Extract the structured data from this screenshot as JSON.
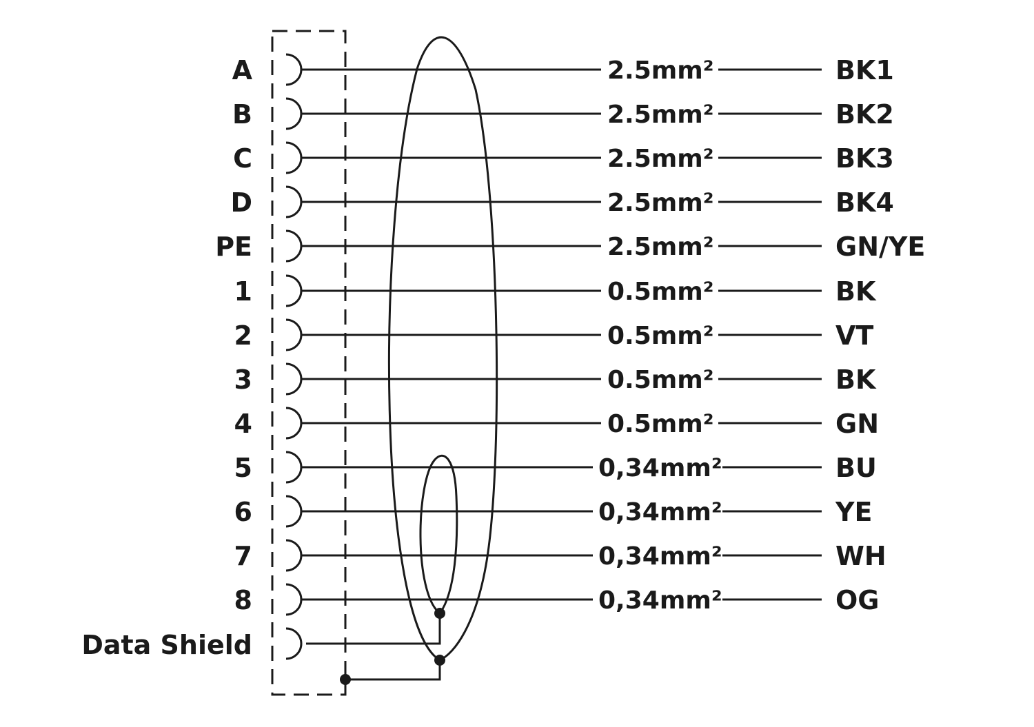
{
  "pins": [
    {
      "pin": "A",
      "size": "2.5mm²",
      "color": "BK1"
    },
    {
      "pin": "B",
      "size": "2.5mm²",
      "color": "BK2"
    },
    {
      "pin": "C",
      "size": "2.5mm²",
      "color": "BK3"
    },
    {
      "pin": "D",
      "size": "2.5mm²",
      "color": "BK4"
    },
    {
      "pin": "PE",
      "size": "2.5mm²",
      "color": "GN/YE"
    },
    {
      "pin": "1",
      "size": "0.5mm²",
      "color": "BK"
    },
    {
      "pin": "2",
      "size": "0.5mm²",
      "color": "VT"
    },
    {
      "pin": "3",
      "size": "0.5mm²",
      "color": "BK"
    },
    {
      "pin": "4",
      "size": "0.5mm²",
      "color": "GN"
    },
    {
      "pin": "5",
      "size": "0,34mm²",
      "color": "BU"
    },
    {
      "pin": "6",
      "size": "0,34mm²",
      "color": "YE"
    },
    {
      "pin": "7",
      "size": "0,34mm²",
      "color": "WH"
    },
    {
      "pin": "8",
      "size": "0,34mm²",
      "color": "OG"
    }
  ],
  "data_shield_label": "Data Shield"
}
